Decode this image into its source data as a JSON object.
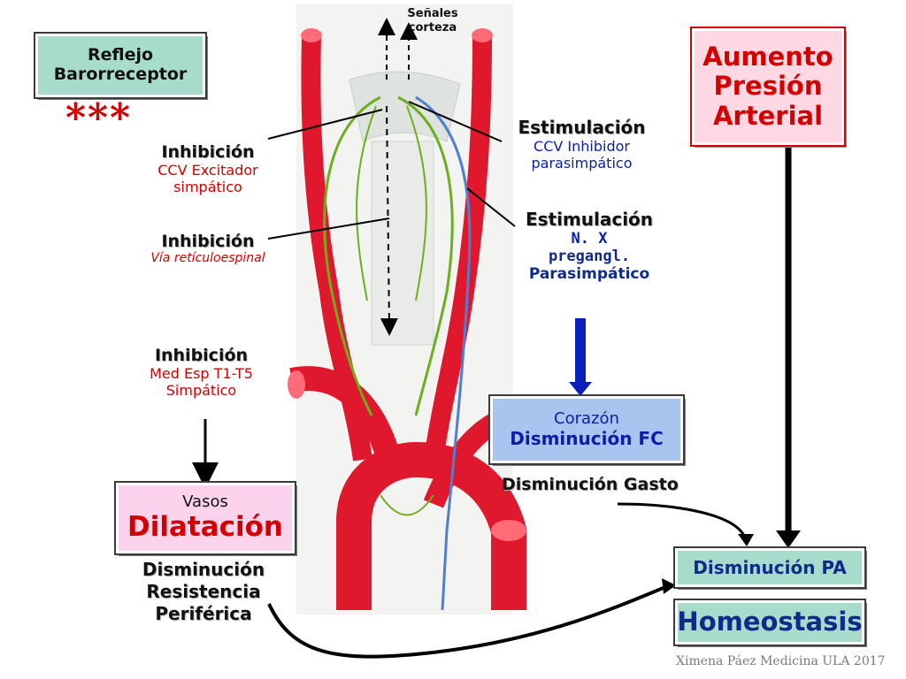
{
  "cortex_signals": "Señales\ncorteza",
  "baroreflex_box": {
    "line1": "Reflejo",
    "line2": "Barorreceptor"
  },
  "stars": "***",
  "rise_box": {
    "line1": "Aumento",
    "line2": "Presión",
    "line3": "Arterial"
  },
  "left_labels": [
    {
      "title": "Inhibición",
      "line1": "CCV Excitador",
      "line2": "simpático"
    },
    {
      "title": "Inhibición",
      "line1": "Vía retículoespinal"
    },
    {
      "title": "Inhibición",
      "line1": "Med Esp T1-T5",
      "line2": "Simpático"
    }
  ],
  "right_labels": [
    {
      "title": "Estimulación",
      "line1": "CCV Inhibidor",
      "line2": "parasimpático"
    },
    {
      "title": "Estimulación",
      "line1": "N. X",
      "line2": "pregangl.",
      "line3": "Parasimpático"
    }
  ],
  "heart_box": {
    "line1": "Corazón",
    "line2": "Disminución FC"
  },
  "cardiac_output": "Disminución Gasto",
  "vessels_box": {
    "line1": "Vasos",
    "line2": "Dilatación"
  },
  "resistance_text": {
    "line1": "Disminución",
    "line2": "Resistencia",
    "line3": "Periférica"
  },
  "pa_box": "Disminución PA",
  "homeostasis_box": "Homeostasis",
  "credit": "Ximena Páez Medicina ULA 2017",
  "colors": {
    "artery": "#e0182d",
    "nerve": "#6dae1e",
    "vagus": "#4f7fcf",
    "arrow_blue": "#0a1fb8"
  }
}
